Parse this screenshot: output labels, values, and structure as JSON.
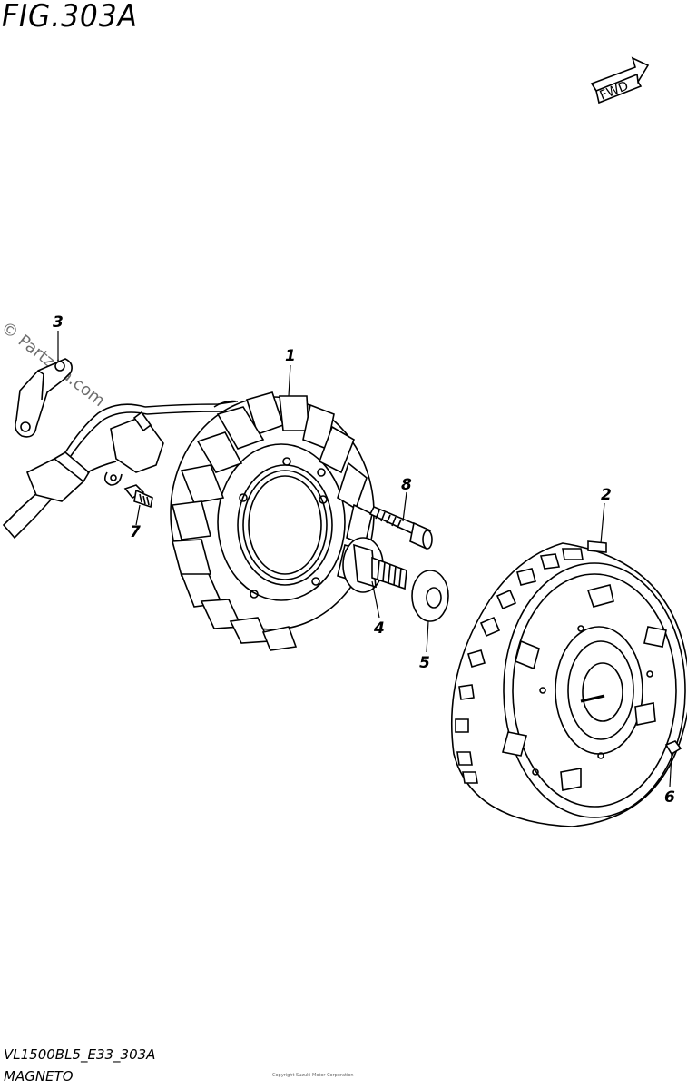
{
  "figure": {
    "title": "FIG.303A",
    "fwd_label": "FWD",
    "watermark": "© Partzilla.com"
  },
  "callouts": [
    {
      "id": "1",
      "label": "1"
    },
    {
      "id": "2",
      "label": "2"
    },
    {
      "id": "3",
      "label": "3"
    },
    {
      "id": "4",
      "label": "4"
    },
    {
      "id": "5",
      "label": "5"
    },
    {
      "id": "6",
      "label": "6"
    },
    {
      "id": "7",
      "label": "7"
    },
    {
      "id": "8",
      "label": "8"
    }
  ],
  "footer": {
    "code": "VL1500BL5_E33_303A",
    "name": "MAGNETO",
    "small_print": "Copyright Suzuki Motor Corporation"
  }
}
